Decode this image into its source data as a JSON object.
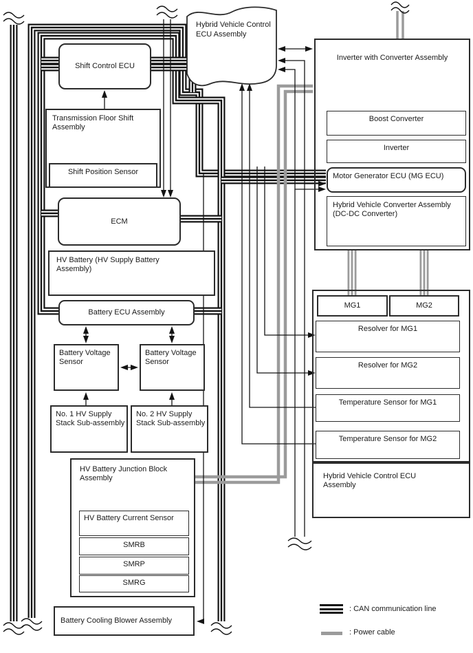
{
  "boxes": {
    "shift_control_ecu": "Shift Control ECU",
    "transmission_assembly": "Transmission Floor Shift Assembly",
    "shift_position_sensor": "Shift Position Sensor",
    "ecm": "ECM",
    "hv_battery": "HV Battery (HV Supply Battery Assembly)",
    "battery_ecu": "Battery ECU Assembly",
    "battery_voltage_sensor_1": "Battery Voltage Sensor",
    "battery_voltage_sensor_2": "Battery Voltage Sensor",
    "stack_1": "No. 1 HV Supply Stack Sub-assembly",
    "stack_2": "No. 2 HV Supply Stack Sub-assembly",
    "junction_block": "HV Battery Junction Block Assembly",
    "current_sensor": "HV Battery Current Sensor",
    "smrb": "SMRB",
    "smrp": "SMRP",
    "smrg": "SMRG",
    "blower": "Battery Cooling Blower Assembly",
    "hv_ecu_cloud": "Hybrid Vehicle Control ECU Assembly",
    "inverter_assembly": "Inverter with Converter Assembly",
    "boost_converter": "Boost Converter",
    "inverter": "Inverter",
    "mg_ecu": "Motor Generator ECU (MG ECU)",
    "dcdc_converter": "Hybrid Vehicle Converter Assembly (DC-DC Converter)",
    "mg1": "MG1",
    "mg2": "MG2",
    "resolver_mg1": "Resolver for MG1",
    "resolver_mg2": "Resolver for MG2",
    "temp_mg1": "Temperature Sensor for MG1",
    "temp_mg2": "Temperature Sensor for MG2",
    "hv_ecu_bottom": "Hybrid Vehicle Control ECU Assembly"
  },
  "legend": {
    "can": ": CAN communication line",
    "power": ": Power cable",
    "can_color": "#141414",
    "power_color": "#9b9b9b"
  }
}
